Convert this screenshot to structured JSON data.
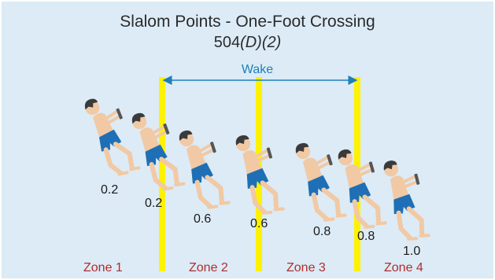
{
  "title": "Slalom Points - One-Foot Crossing",
  "subtitle_prefix": "504",
  "subtitle_italic": "(D)(2)",
  "wake_label": "Wake",
  "values": [
    "0.2",
    "0.2",
    "0.6",
    "0.6",
    "0.8",
    "0.8",
    "1.0"
  ],
  "zones": [
    "Zone 1",
    "Zone 2",
    "Zone 3",
    "Zone 4"
  ],
  "colors": {
    "background": "#dcebf6",
    "pole": "#fff200",
    "wake_arrow": "#1f7fb8",
    "zone_text": "#b02d2d",
    "shorts": "#1e6fb5",
    "skin": "#f1c9a4",
    "hair": "#3a3a3a"
  }
}
